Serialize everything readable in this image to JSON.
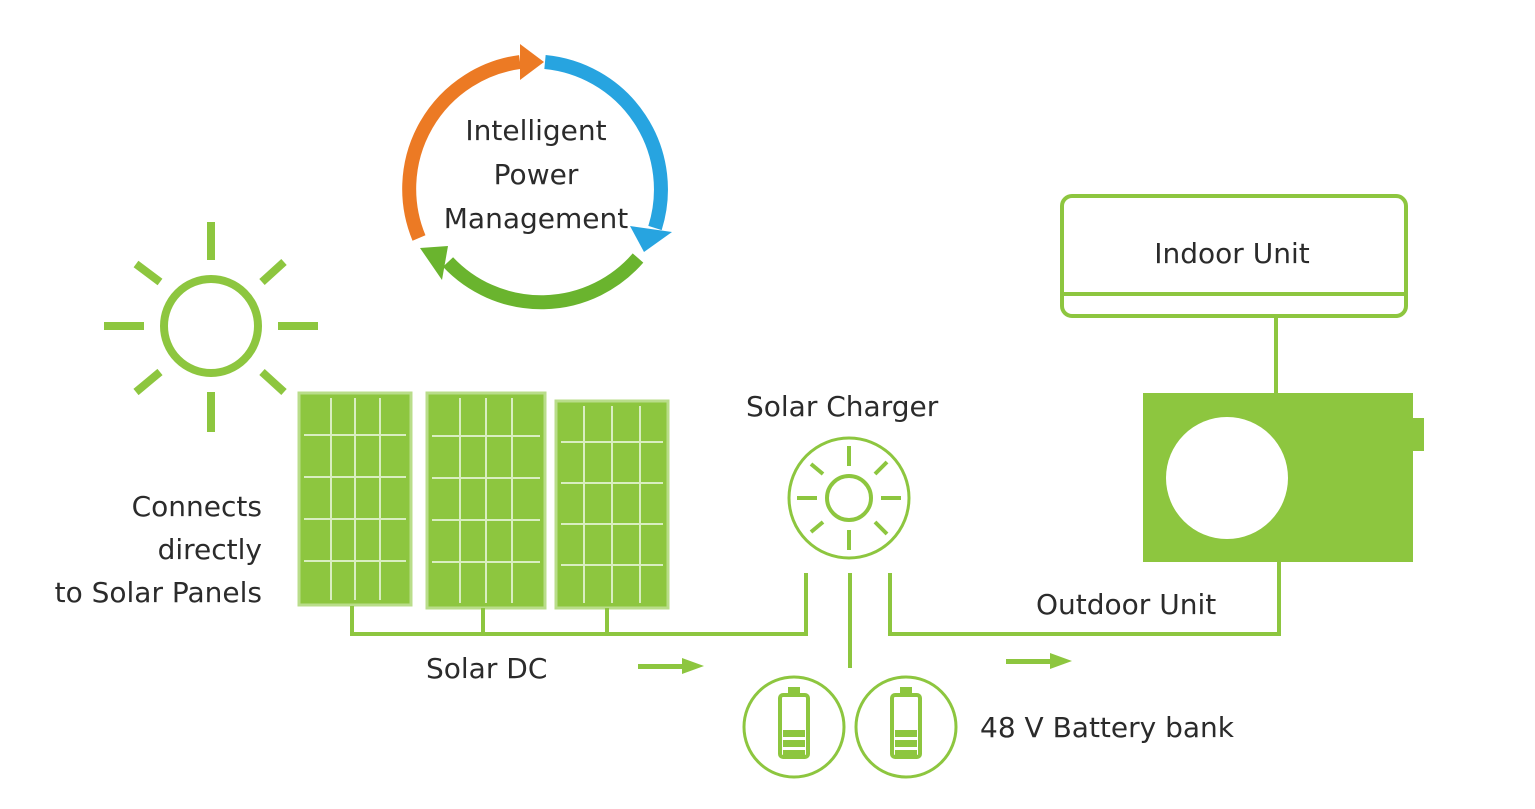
{
  "title": "",
  "cycle": {
    "line1": "Intelligent",
    "line2": "Power",
    "line3": "Management",
    "colors": [
      "#ec7a24",
      "#27a4e0",
      "#6ab42e"
    ]
  },
  "labels": {
    "connects_line1": "Connects",
    "connects_line2": "directly",
    "connects_line3": "to Solar Panels",
    "solar_dc": "Solar DC",
    "solar_charger": "Solar Charger",
    "indoor_unit": "Indoor Unit",
    "outdoor_unit": "Outdoor Unit",
    "battery_bank": "48 V Battery bank"
  },
  "icons": [
    "sun-icon",
    "solar-panel-icon",
    "charger-sun-icon",
    "battery-icon",
    "fan-icon",
    "cycle-arrow-icon",
    "flow-arrow-icon"
  ],
  "colors": {
    "green": "#8dc63f",
    "text": "#2b2b2b"
  }
}
